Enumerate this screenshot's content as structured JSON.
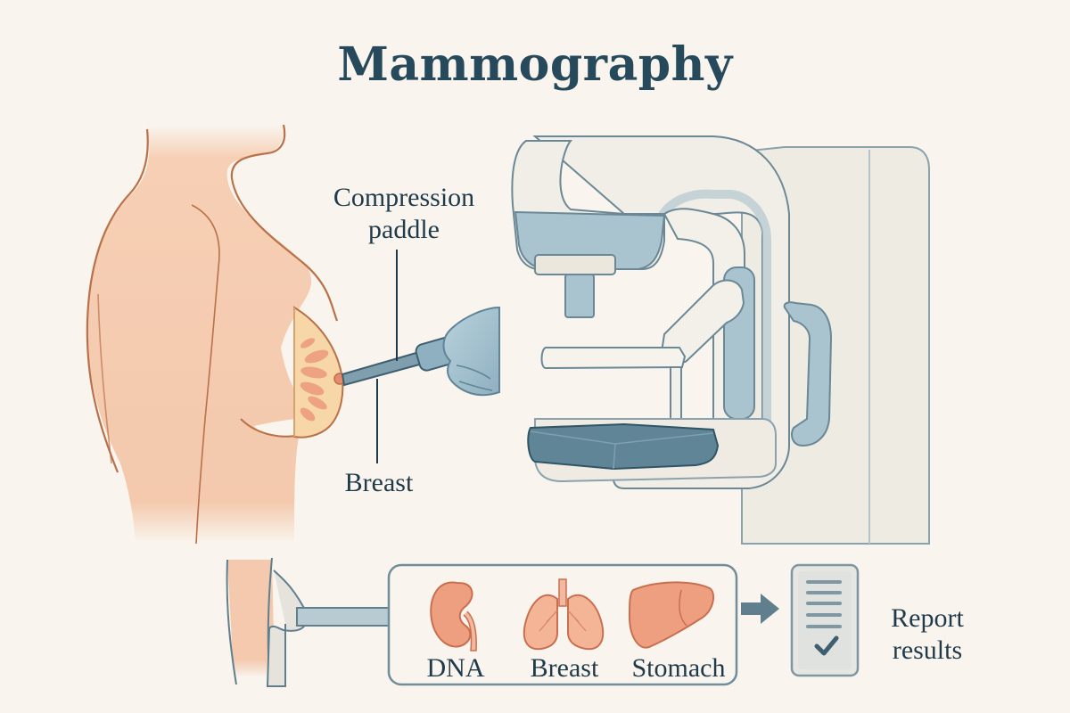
{
  "title": "Mammography",
  "labels": {
    "compression_paddle_line1": "Compression",
    "compression_paddle_line2": "paddle",
    "breast": "Breast"
  },
  "process": {
    "organs": [
      {
        "icon": "kidney-icon",
        "label": "DNA"
      },
      {
        "icon": "lungs-icon",
        "label": "Breast"
      },
      {
        "icon": "liver-icon",
        "label": "Stomach"
      }
    ],
    "report": {
      "icon": "report-check-icon",
      "line1": "Report",
      "line2": "results"
    }
  },
  "colors": {
    "background": "#f9f5ee",
    "title": "#264a5c",
    "text": "#1f3a4a",
    "skin": "#f6cfb4",
    "skin_outline": "#b9714a",
    "machine_body": "#efece4",
    "machine_outline": "#6b8896",
    "machine_accent": "#a9c3cf",
    "detector_plate": "#5f8596",
    "organ_fill": "#eea07f",
    "organ_outline": "#c96f4f"
  }
}
